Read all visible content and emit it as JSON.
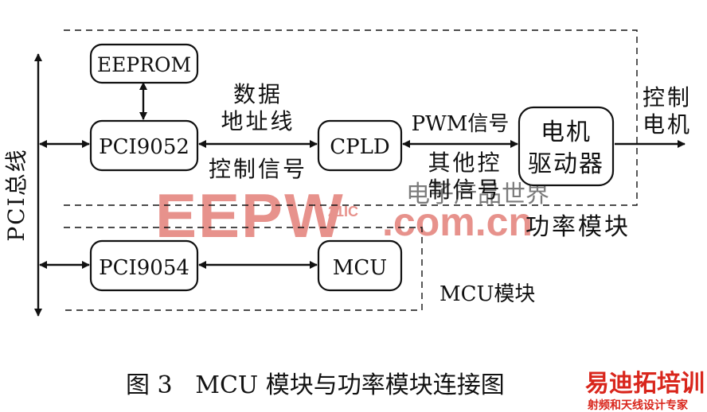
{
  "blocks": {
    "eeprom": "EEPROM",
    "pci9052": "PCI9052",
    "cpld": "CPLD",
    "motor_driver_line1": "电机",
    "motor_driver_line2": "驱动器",
    "pci9054": "PCI9054",
    "mcu": "MCU"
  },
  "signals": {
    "data_line1": "数据",
    "data_line2": "地址线",
    "control_signal": "控制信号",
    "pwm_signal": "PWM信号",
    "other_control_line1": "其他控",
    "other_control_line2": "制信号",
    "motor_control_line1": "控制",
    "motor_control_line2": "电机"
  },
  "bus_label": "PCI总线",
  "modules": {
    "power_module": "功率模块",
    "mcu_module": "MCU模块"
  },
  "caption": "图 3   MCU 模块与功率模块连接图",
  "watermarks": {
    "eepw_logo": "EEPW",
    "eepw_url": ".com.cn",
    "eepw_small": "21IC",
    "eepw_chinese": "电子产品世界",
    "corner_main": "易迪拓培训",
    "corner_sub": "射频和天线设计专家"
  },
  "colors": {
    "ink": "#111111",
    "watermark_red": "#d43a2f",
    "corner_red": "#d9261c"
  }
}
